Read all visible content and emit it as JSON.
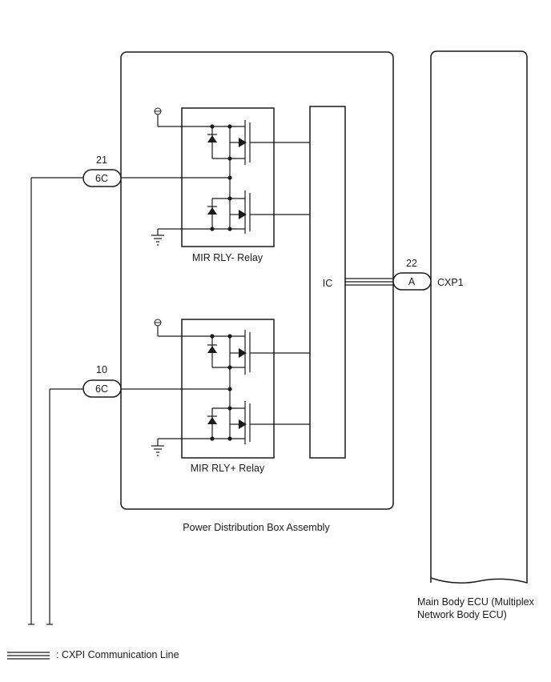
{
  "assemblies": {
    "pdb": {
      "label": "Power Distribution Box Assembly"
    },
    "ecu": {
      "label_line1": "Main Body ECU (Multiplex",
      "label_line2": "Network Body ECU)"
    }
  },
  "relays": {
    "minus": {
      "label": "MIR RLY- Relay"
    },
    "plus": {
      "label": "MIR RLY+ Relay"
    }
  },
  "ic": {
    "label": "IC"
  },
  "connectors": {
    "c21": {
      "pin": "21",
      "code": "6C"
    },
    "c10": {
      "pin": "10",
      "code": "6C"
    },
    "c22": {
      "pin": "22",
      "code": "A",
      "name": "CXP1"
    }
  },
  "legend": {
    "text": ": CXPI Communication Line"
  }
}
